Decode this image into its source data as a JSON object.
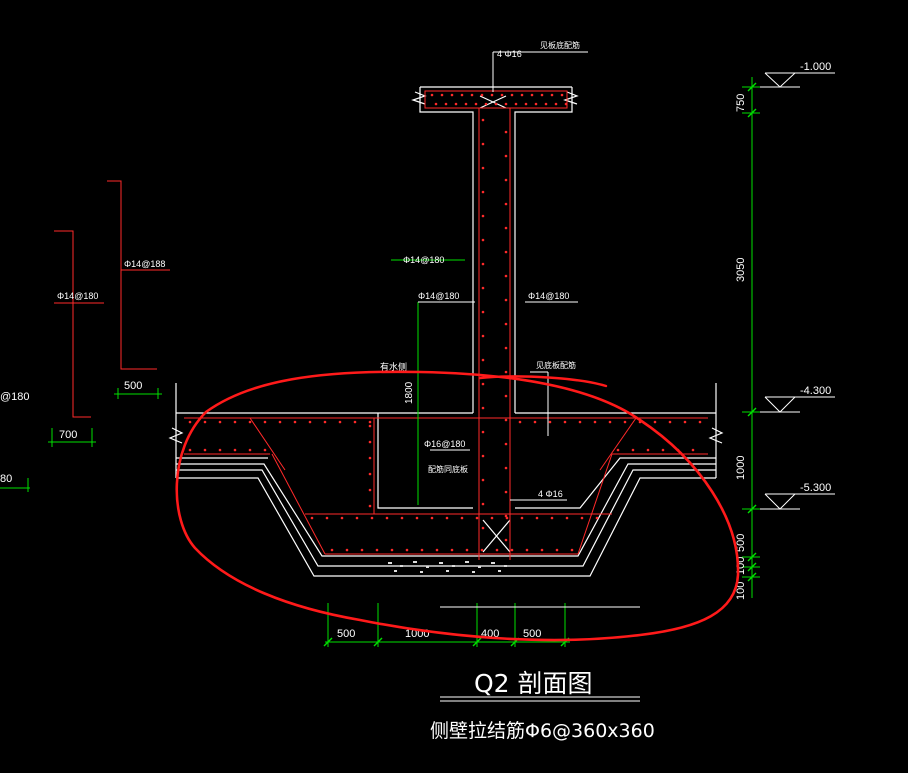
{
  "drawing": {
    "title": "Q2 剖面图",
    "subtitle": "侧壁拉结筋Φ6@360x360",
    "elevations": [
      "-1.000",
      "-4.300",
      "-5.300"
    ],
    "vertical_dims": [
      "750",
      "3050",
      "1000",
      "500",
      "100",
      "100"
    ],
    "horizontal_dims": [
      "500",
      "1000",
      "400",
      "500"
    ],
    "left_dims": [
      "500",
      "700"
    ],
    "rebar_labels": {
      "top": "4 Φ16",
      "top_note": "见板底配筋",
      "wall_a": "Φ14@180",
      "wall_b": "Φ14@180",
      "wall_c": "Φ14@180",
      "slab_note": "见底板配筋",
      "waterproof_side": "有水侧",
      "dim_1800": "1800",
      "base_bar": "Φ16@180",
      "base_note": "配筋同底板",
      "bottom_bar": "4 Φ16",
      "left_1": "Φ14@188",
      "left_2": "Φ14@180",
      "left_3": "@180",
      "left_4": "80"
    }
  },
  "colors": {
    "background": "#000000",
    "concrete": "#ffffff",
    "rebar": "#ff2a2a",
    "dimension": "#00e000",
    "markup": "#ff1a1a"
  }
}
